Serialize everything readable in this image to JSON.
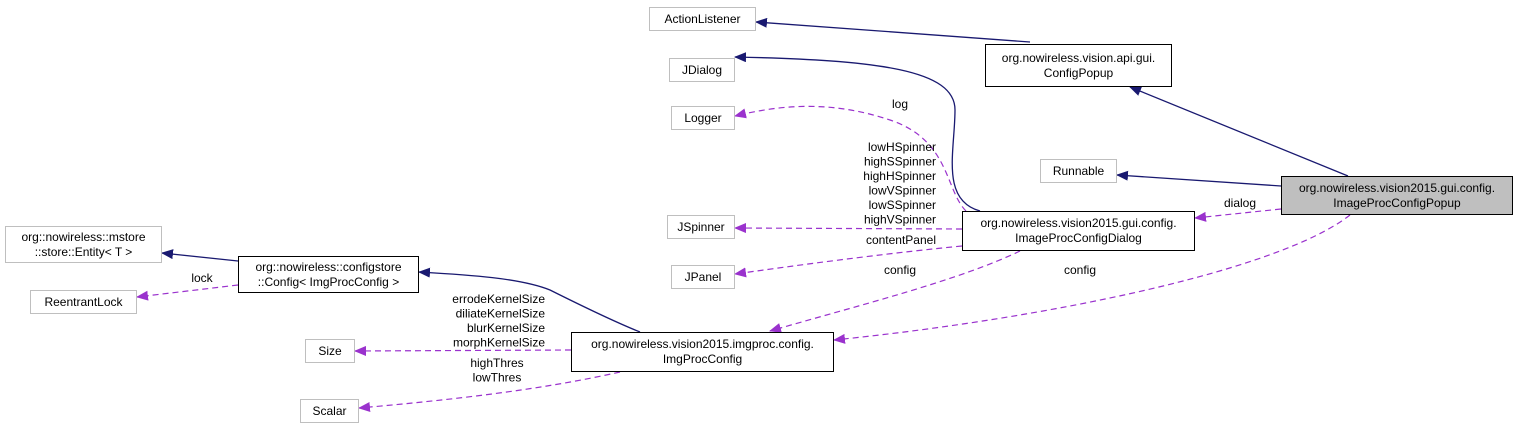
{
  "nodes": {
    "action_listener": {
      "lines": [
        "ActionListener"
      ],
      "kind": "ext"
    },
    "jdialog": {
      "lines": [
        "JDialog"
      ],
      "kind": "ext"
    },
    "logger": {
      "lines": [
        "Logger"
      ],
      "kind": "ext"
    },
    "runnable": {
      "lines": [
        "Runnable"
      ],
      "kind": "ext"
    },
    "jspinner": {
      "lines": [
        "JSpinner"
      ],
      "kind": "ext"
    },
    "jpanel": {
      "lines": [
        "JPanel"
      ],
      "kind": "ext"
    },
    "entity": {
      "lines": [
        "org::nowireless::mstore",
        "::store::Entity< T >"
      ],
      "kind": "ext"
    },
    "reentrant_lock": {
      "lines": [
        "ReentrantLock"
      ],
      "kind": "ext"
    },
    "size": {
      "lines": [
        "Size"
      ],
      "kind": "ext"
    },
    "scalar": {
      "lines": [
        "Scalar"
      ],
      "kind": "ext"
    },
    "config_popup": {
      "lines": [
        "org.nowireless.vision.api.gui.",
        "ConfigPopup"
      ],
      "kind": "int"
    },
    "image_proc_config_popup": {
      "lines": [
        "org.nowireless.vision2015.gui.config.",
        "ImageProcConfigPopup"
      ],
      "kind": "cur"
    },
    "image_proc_config_dialog": {
      "lines": [
        "org.nowireless.vision2015.gui.config.",
        "ImageProcConfigDialog"
      ],
      "kind": "int"
    },
    "configstore_config": {
      "lines": [
        "org::nowireless::configstore",
        "::Config< ImgProcConfig >"
      ],
      "kind": "int"
    },
    "img_proc_config": {
      "lines": [
        "org.nowireless.vision2015.imgproc.config.",
        "ImgProcConfig"
      ],
      "kind": "int"
    }
  },
  "edge_labels": {
    "log": [
      "log"
    ],
    "spinners": [
      "lowHSpinner",
      "highSSpinner",
      "highHSpinner",
      "lowVSpinner",
      "lowSSpinner",
      "highVSpinner"
    ],
    "content_panel": [
      "contentPanel"
    ],
    "dialog": [
      "dialog"
    ],
    "config_from_dialog": [
      "config"
    ],
    "config_from_popup": [
      "config"
    ],
    "lock": [
      "lock"
    ],
    "sizes": [
      "errodeKernelSize",
      "diliateKernelSize",
      "blurKernelSize",
      "morphKernelSize"
    ],
    "thresholds": [
      "highThres",
      "lowThres"
    ]
  },
  "colors": {
    "inheritance": "#191970",
    "usage": "#9a32cd",
    "external_border": "#bfbfbf",
    "highlight_fill": "#bfbfbf"
  }
}
